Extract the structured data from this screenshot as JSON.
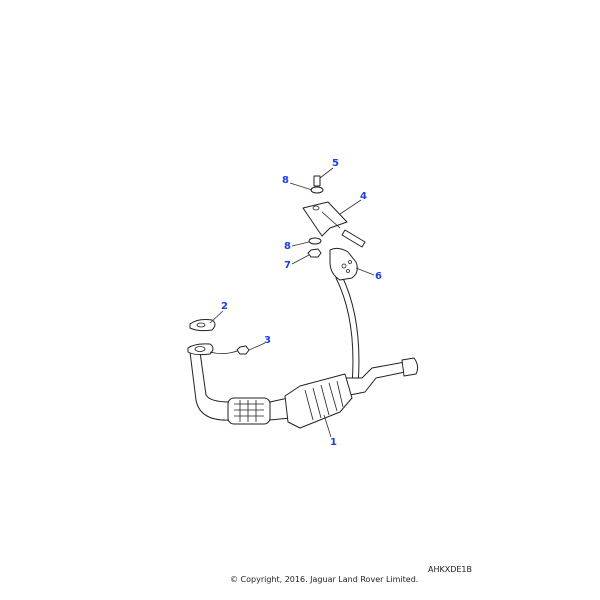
{
  "diagram": {
    "callouts": [
      {
        "id": "1",
        "label": "1"
      },
      {
        "id": "2",
        "label": "2"
      },
      {
        "id": "3",
        "label": "3"
      },
      {
        "id": "4",
        "label": "4"
      },
      {
        "id": "5",
        "label": "5"
      },
      {
        "id": "6",
        "label": "6"
      },
      {
        "id": "7",
        "label": "7"
      },
      {
        "id": "8a",
        "label": "8"
      },
      {
        "id": "8b",
        "label": "8"
      }
    ],
    "callout_color": "#1a3cff"
  },
  "footer": {
    "illustration_code": "AHKXDE1B",
    "copyright": "© Copyright, 2016. Jaguar Land Rover Limited."
  }
}
